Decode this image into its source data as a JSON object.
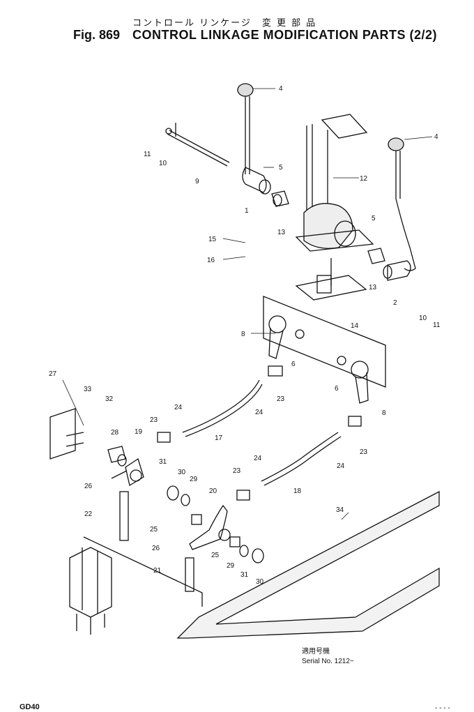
{
  "header": {
    "jp_title": "コントロール リンケージ　変 更 部 品",
    "fig_number": "Fig. 869",
    "en_title": "CONTROL LINKAGE MODIFICATION PARTS (2/2)"
  },
  "callouts": [
    {
      "id": "c4a",
      "label": "4"
    },
    {
      "id": "c11a",
      "label": "11"
    },
    {
      "id": "c10a",
      "label": "10"
    },
    {
      "id": "c9",
      "label": "9"
    },
    {
      "id": "c5a",
      "label": "5"
    },
    {
      "id": "c1",
      "label": "1"
    },
    {
      "id": "c12",
      "label": "12"
    },
    {
      "id": "c4b",
      "label": "4"
    },
    {
      "id": "c13a",
      "label": "13"
    },
    {
      "id": "c5b",
      "label": "5"
    },
    {
      "id": "c15",
      "label": "15"
    },
    {
      "id": "c16",
      "label": "16"
    },
    {
      "id": "c13b",
      "label": "13"
    },
    {
      "id": "c2",
      "label": "2"
    },
    {
      "id": "c10b",
      "label": "10"
    },
    {
      "id": "c11b",
      "label": "11"
    },
    {
      "id": "c14",
      "label": "14"
    },
    {
      "id": "c8a",
      "label": "8"
    },
    {
      "id": "c6a",
      "label": "6"
    },
    {
      "id": "c6b",
      "label": "6"
    },
    {
      "id": "c8b",
      "label": "8"
    },
    {
      "id": "c27",
      "label": "27"
    },
    {
      "id": "c33",
      "label": "33"
    },
    {
      "id": "c32",
      "label": "32"
    },
    {
      "id": "c24a",
      "label": "24"
    },
    {
      "id": "c23a",
      "label": "23"
    },
    {
      "id": "c23b",
      "label": "23"
    },
    {
      "id": "c24b",
      "label": "24"
    },
    {
      "id": "c17",
      "label": "17"
    },
    {
      "id": "c28",
      "label": "28"
    },
    {
      "id": "c19",
      "label": "19"
    },
    {
      "id": "c23c",
      "label": "23"
    },
    {
      "id": "c24c",
      "label": "24"
    },
    {
      "id": "c31a",
      "label": "31"
    },
    {
      "id": "c30a",
      "label": "30"
    },
    {
      "id": "c29a",
      "label": "29"
    },
    {
      "id": "c24d",
      "label": "24"
    },
    {
      "id": "c23d",
      "label": "23"
    },
    {
      "id": "c18",
      "label": "18"
    },
    {
      "id": "c26a",
      "label": "26"
    },
    {
      "id": "c20",
      "label": "20"
    },
    {
      "id": "c22",
      "label": "22"
    },
    {
      "id": "c25a",
      "label": "25"
    },
    {
      "id": "c34",
      "label": "34"
    },
    {
      "id": "c26b",
      "label": "26"
    },
    {
      "id": "c25b",
      "label": "25"
    },
    {
      "id": "c29b",
      "label": "29"
    },
    {
      "id": "c21",
      "label": "21"
    },
    {
      "id": "c31b",
      "label": "31"
    },
    {
      "id": "c30b",
      "label": "30"
    }
  ],
  "serial": {
    "jp_label": "適用号機",
    "text": "Serial No. 1212~"
  },
  "footer": {
    "model_code": "GD40",
    "page_mark": "- - - -"
  }
}
